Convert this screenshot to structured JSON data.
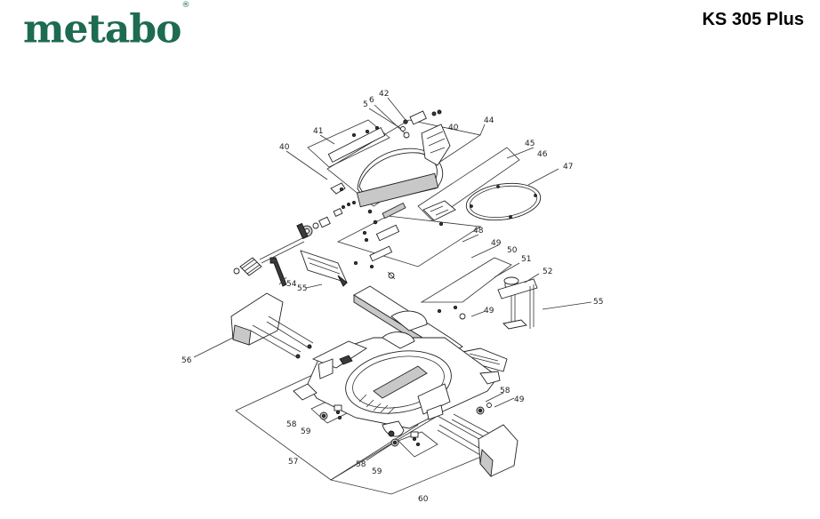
{
  "header": {
    "brand": "metabo",
    "registered_mark": "®",
    "model": "KS 305 Plus"
  },
  "labels": [
    "42",
    "5",
    "6",
    "40",
    "41",
    "44",
    "45",
    "46",
    "47",
    "40",
    "48",
    "49",
    "50",
    "51",
    "52",
    "55",
    "54",
    "55",
    "56",
    "49",
    "58",
    "58",
    "49",
    "59",
    "57",
    "58",
    "59",
    "60"
  ]
}
